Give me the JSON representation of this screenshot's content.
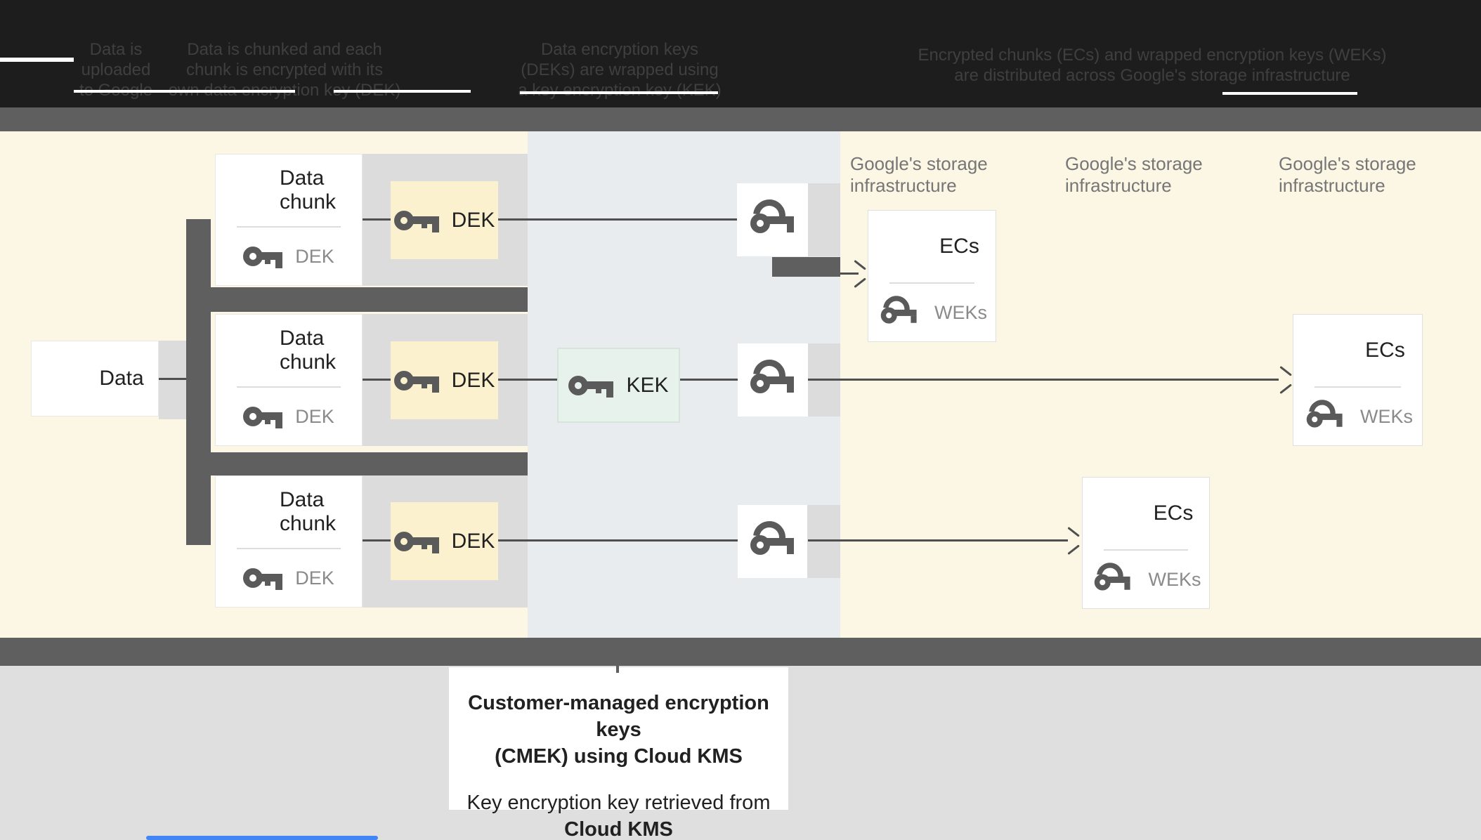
{
  "header": {
    "steps": [
      {
        "lines": [
          "Data is",
          "uploaded",
          "to Google"
        ]
      },
      {
        "lines": [
          "Data is chunked and each",
          "chunk is encrypted with its",
          "own data encryption key (DEK)"
        ]
      },
      {
        "lines": [
          "Data encryption keys",
          "(DEKs) are wrapped using",
          "a key encryption key (KEK)"
        ]
      },
      {
        "lines": [
          "Encrypted chunks (ECs) and wrapped encryption keys (WEKs)",
          "are distributed across Google's storage infrastructure"
        ]
      }
    ]
  },
  "diagram": {
    "data_box": {
      "label": "Data"
    },
    "chunk_cards": [
      {
        "title": "Data chunk",
        "key_label": "DEK"
      },
      {
        "title": "Data chunk",
        "key_label": "DEK"
      },
      {
        "title": "Data chunk",
        "key_label": "DEK"
      }
    ],
    "dek_boxes": [
      {
        "label": "DEK"
      },
      {
        "label": "DEK"
      },
      {
        "label": "DEK"
      }
    ],
    "kek_box": {
      "label": "KEK"
    },
    "storage_labels": [
      {
        "line1": "Google's storage",
        "line2": "infrastructure"
      },
      {
        "line1": "Google's storage",
        "line2": "infrastructure"
      },
      {
        "line1": "Google's storage",
        "line2": "infrastructure"
      }
    ],
    "ec_cards": [
      {
        "title": "ECs",
        "key_label": "WEKs"
      },
      {
        "title": "ECs",
        "key_label": "WEKs"
      },
      {
        "title": "ECs",
        "key_label": "WEKs"
      }
    ]
  },
  "caption": {
    "line1": "Customer-managed encryption keys",
    "line2": "(CMEK) using Cloud KMS",
    "line3": "Key encryption key retrieved from",
    "line4": "Cloud KMS"
  },
  "colors": {
    "header_bg": "#1d1d1d",
    "band": "#5f5f5f",
    "diagram_bg": "#fcf6e4",
    "kms_band": "#e8ecee",
    "dek_fill": "#fbf1ce",
    "kek_fill": "#e6f2eb",
    "strip": "#dcdcdc",
    "scrollbar": "#4285f4"
  }
}
